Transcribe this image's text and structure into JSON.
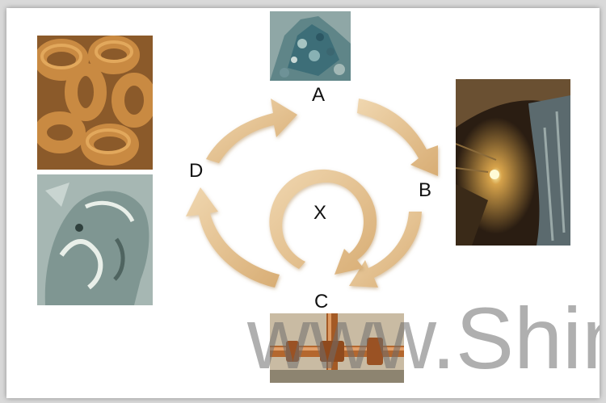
{
  "labels": {
    "a": "A",
    "b": "B",
    "c": "C",
    "d": "D",
    "x": "X"
  },
  "watermark": "www.Shin",
  "colors": {
    "arrow": "#e4c395",
    "arrow_shadow": "#c9a16a",
    "background": "#ffffff"
  },
  "panels": {
    "a": "ore-rock-icon",
    "b": "mine-tunnel-icon",
    "c": "copper-pipes-icon",
    "d_top": "rusty-chain-icon",
    "d_bottom": "corroded-coin-icon"
  }
}
